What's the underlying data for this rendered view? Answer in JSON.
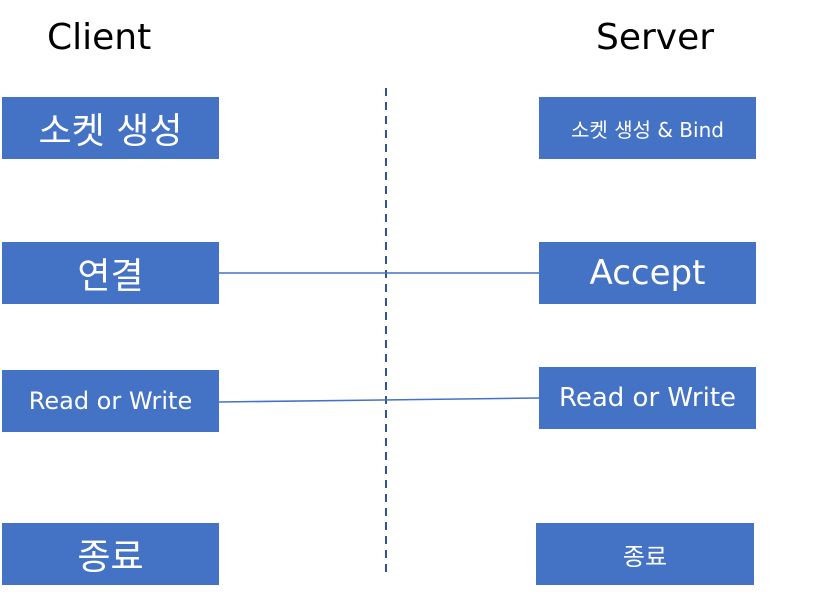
{
  "headers": {
    "client": "Client",
    "server": "Server"
  },
  "client": {
    "create_socket": "소켓 생성",
    "connect": "연결",
    "read_write": "Read or Write",
    "close": "종료"
  },
  "server": {
    "create_bind": "소켓 생성 & Bind",
    "accept": "Accept",
    "read_write": "Read or Write",
    "close": "종료"
  },
  "colors": {
    "box_fill": "#4472c4",
    "box_text": "#ffffff",
    "line": "#4472c4",
    "divider": "#2f5597"
  }
}
